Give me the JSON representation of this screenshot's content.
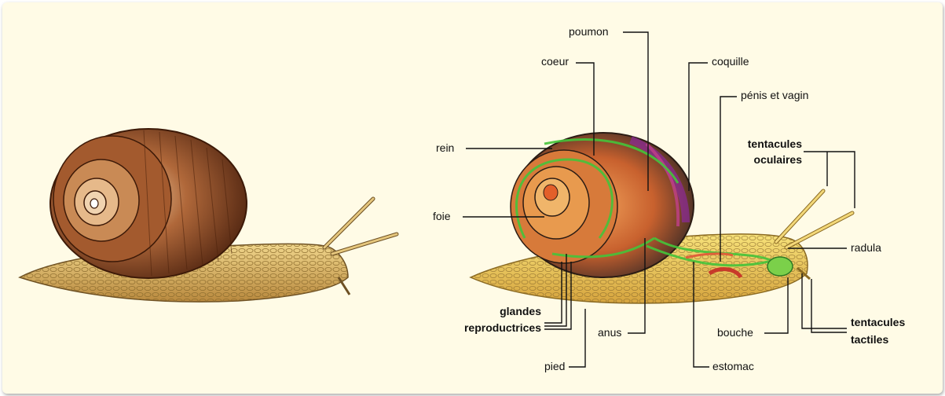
{
  "colors": {
    "background": "#fffbe6",
    "shell": "#8a4a24",
    "body": "#e8c46a",
    "leader": "#111111"
  },
  "labels": {
    "poumon": "poumon",
    "coeur": "coeur",
    "coquille": "coquille",
    "penis_vagin": "pénis et vagin",
    "rein": "rein",
    "tentacules_oculaires_1": "tentacules",
    "tentacules_oculaires_2": "oculaires",
    "foie": "foie",
    "radula": "radula",
    "glandes_1": "glandes",
    "glandes_2": "reproductrices",
    "anus": "anus",
    "bouche": "bouche",
    "tentacules_tactiles_1": "tentacules",
    "tentacules_tactiles_2": "tactiles",
    "pied": "pied",
    "estomac": "estomac"
  }
}
